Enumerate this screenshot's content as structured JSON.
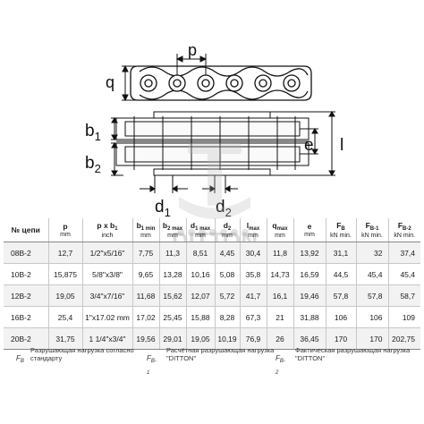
{
  "diagram": {
    "label_p": "p",
    "label_q": "q",
    "label_b1": "b",
    "label_b1_sub": "1",
    "label_b2": "b",
    "label_b2_sub": "2",
    "label_e": "e",
    "label_l": "l",
    "label_d1": "d",
    "label_d1_sub": "1",
    "label_d2": "d",
    "label_d2_sub": "2"
  },
  "watermark": {
    "text": "DITTON"
  },
  "table": {
    "headers": [
      {
        "main": "№ цепи",
        "unit": ""
      },
      {
        "main": "p",
        "unit": "mm"
      },
      {
        "main": "p x b",
        "sub": "1",
        "unit": "inch"
      },
      {
        "main": "b",
        "sub": "1 min",
        "unit": "mm"
      },
      {
        "main": "b",
        "sub": "2 max",
        "unit": "mm"
      },
      {
        "main": "d",
        "sub": "1 max",
        "unit": "mm"
      },
      {
        "main": "d",
        "sub": "2",
        "unit": "mm"
      },
      {
        "main": "l",
        "sub": "max",
        "unit": "mm"
      },
      {
        "main": "q",
        "sub": "max",
        "unit": "mm"
      },
      {
        "main": "e",
        "unit": "mm"
      },
      {
        "main": "F",
        "sub": "B",
        "unit": "kN min."
      },
      {
        "main": "F",
        "sub": "B-1",
        "unit": "kN min."
      },
      {
        "main": "F",
        "sub": "B-2",
        "unit": "kN min."
      }
    ],
    "rows": [
      {
        "name": "08B-2",
        "p": "12,7",
        "pxb": "1/2\"x5/16\"",
        "b1": "7,75",
        "b2": "11,3",
        "d1": "8,51",
        "d2": "4,45",
        "l": "30,4",
        "q": "11,8",
        "e": "13,92",
        "fb": "31,1",
        "fb1": "32",
        "fb2": "37,4"
      },
      {
        "name": "10B-2",
        "p": "15,875",
        "pxb": "5/8\"x3/8\"",
        "b1": "9,65",
        "b2": "13,28",
        "d1": "10,16",
        "d2": "5,08",
        "l": "35,8",
        "q": "14,73",
        "e": "16,59",
        "fb": "44,5",
        "fb1": "45,4",
        "fb2": "45,4"
      },
      {
        "name": "12B-2",
        "p": "19,05",
        "pxb": "3/4\"x7/16\"",
        "b1": "11,68",
        "b2": "15,62",
        "d1": "12,07",
        "d2": "5,72",
        "l": "41,7",
        "q": "16,1",
        "e": "19,46",
        "fb": "57,8",
        "fb1": "57,8",
        "fb2": "58,7"
      },
      {
        "name": "16B-2",
        "p": "25,4",
        "pxb": "1\"x17.02 mm",
        "b1": "17,02",
        "b2": "25,45",
        "d1": "15,88",
        "d2": "8,28",
        "l": "67,3",
        "q": "21",
        "e": "31,88",
        "fb": "106",
        "fb1": "106",
        "fb2": "109"
      },
      {
        "name": "20B-2",
        "p": "31,75",
        "pxb": "1 1/4\"x3/4\"",
        "b1": "19,56",
        "b2": "29,01",
        "d1": "19,05",
        "d2": "10,19",
        "l": "76,9",
        "q": "26",
        "e": "36,45",
        "fb": "170",
        "fb1": "170",
        "fb2": "202,75"
      }
    ]
  },
  "notes": [
    {
      "sym": "F",
      "sub": "B",
      "text": "Разрушающая нагрузка согласно стандарту"
    },
    {
      "sym": "F",
      "sub": "B-1",
      "text": "Расчётная разрушающая нагрузка \"DITTON\""
    },
    {
      "sym": "F",
      "sub": "B-2",
      "text": "Фактическая разрушающая нагрузка \"DITTON\""
    }
  ]
}
